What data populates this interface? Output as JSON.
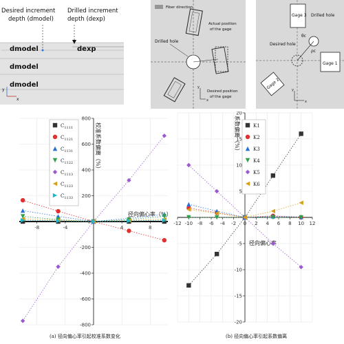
{
  "depth_diagram": {
    "label_desired": "Desired increment",
    "label_desired2": "depth (dmodel)",
    "label_drilled": "Drilled increment",
    "label_drilled2": "depth (dexp)",
    "dmodel": "dmodel",
    "dexp": "dexp",
    "axis_x": "x",
    "axis_y": "y"
  },
  "gage_diagram": {
    "fiber_direction": "Fiber direction",
    "drilled_hole": "Drilled hole",
    "actual_position": "Actual position",
    "actual_position2": "of the gage",
    "desired_position": "Desired position",
    "desired_position2": "of the gage",
    "axis_x": "x",
    "axis_y": "y"
  },
  "ecc_diagram": {
    "gage3": "Gage 3",
    "gage1": "Gage 1",
    "gage2": "Gage 2",
    "desired_hole": "Desired hole",
    "drilled_hole": "Drilled hole",
    "theta": "θc",
    "rho": "ρc",
    "axis_x": "x",
    "axis_y": "y"
  },
  "chart_a_caption": "(a) 径向偏心率引起校准系数变化",
  "chart_b_caption": "(b) 径向偏心率引起系数偏离",
  "chart_data": [
    {
      "type": "line",
      "ylabel": "校准系数偏离（%）",
      "xlabel": "径向偏心率（%）",
      "xlim": [
        -10.5,
        10.5
      ],
      "ylim": [
        -800,
        800
      ],
      "xticks": [
        -8,
        -4,
        0,
        4,
        8
      ],
      "yticks": [
        -800,
        -600,
        -400,
        -200,
        0,
        200,
        400,
        600,
        800
      ],
      "x": [
        -10,
        -5,
        0,
        5,
        10
      ],
      "series": [
        {
          "name": "C1111",
          "marker": "square",
          "color": "#333333",
          "values": [
            0,
            0,
            0,
            0,
            0
          ]
        },
        {
          "name": "C1121",
          "marker": "circle",
          "color": "#e03030",
          "values": [
            165,
            80,
            0,
            -72,
            -145
          ]
        },
        {
          "name": "C1131",
          "marker": "triangle",
          "color": "#2a6fd6",
          "values": [
            85,
            40,
            0,
            25,
            55
          ]
        },
        {
          "name": "C1122",
          "marker": "triangle-down",
          "color": "#2ea04a",
          "values": [
            40,
            15,
            0,
            15,
            40
          ]
        },
        {
          "name": "C1113",
          "marker": "diamond",
          "color": "#9b59d0",
          "values": [
            -770,
            -350,
            0,
            320,
            665
          ]
        },
        {
          "name": "C1123",
          "marker": "triangle-left",
          "color": "#d4a017",
          "values": [
            20,
            10,
            0,
            8,
            18
          ]
        },
        {
          "name": "C1133",
          "marker": "triangle-right",
          "color": "#20b8c8",
          "values": [
            10,
            5,
            0,
            5,
            10
          ]
        }
      ]
    },
    {
      "type": "line",
      "ylabel": "系数偏离（%）",
      "xlabel": "径向偏心率",
      "xlim": [
        -12,
        12
      ],
      "ylim": [
        -20,
        20
      ],
      "xticks": [
        -12,
        -10,
        -8,
        -6,
        -4,
        -2,
        0,
        2,
        4,
        6,
        8,
        10,
        12
      ],
      "yticks": [
        -20,
        -15,
        -10,
        -5,
        0,
        5,
        10,
        15,
        20
      ],
      "x": [
        -10,
        -5,
        0,
        5,
        10
      ],
      "series": [
        {
          "name": "K1",
          "marker": "square",
          "color": "#333333",
          "values": [
            -13,
            -7,
            0,
            8,
            16
          ]
        },
        {
          "name": "K2",
          "marker": "circle",
          "color": "#e03030",
          "values": [
            1.8,
            0.9,
            0,
            0.3,
            0
          ]
        },
        {
          "name": "K3",
          "marker": "triangle",
          "color": "#2a6fd6",
          "values": [
            2.5,
            1.2,
            0,
            0.2,
            0.1
          ]
        },
        {
          "name": "K4",
          "marker": "triangle-down",
          "color": "#2ea04a",
          "values": [
            0,
            0,
            0,
            0,
            0
          ]
        },
        {
          "name": "K5",
          "marker": "diamond",
          "color": "#9b59d0",
          "values": [
            10,
            5,
            0,
            -5,
            -9.5
          ]
        },
        {
          "name": "K6",
          "marker": "triangle-left",
          "color": "#d4a017",
          "values": [
            1.5,
            0.8,
            0,
            1.2,
            2.8
          ]
        }
      ]
    }
  ]
}
